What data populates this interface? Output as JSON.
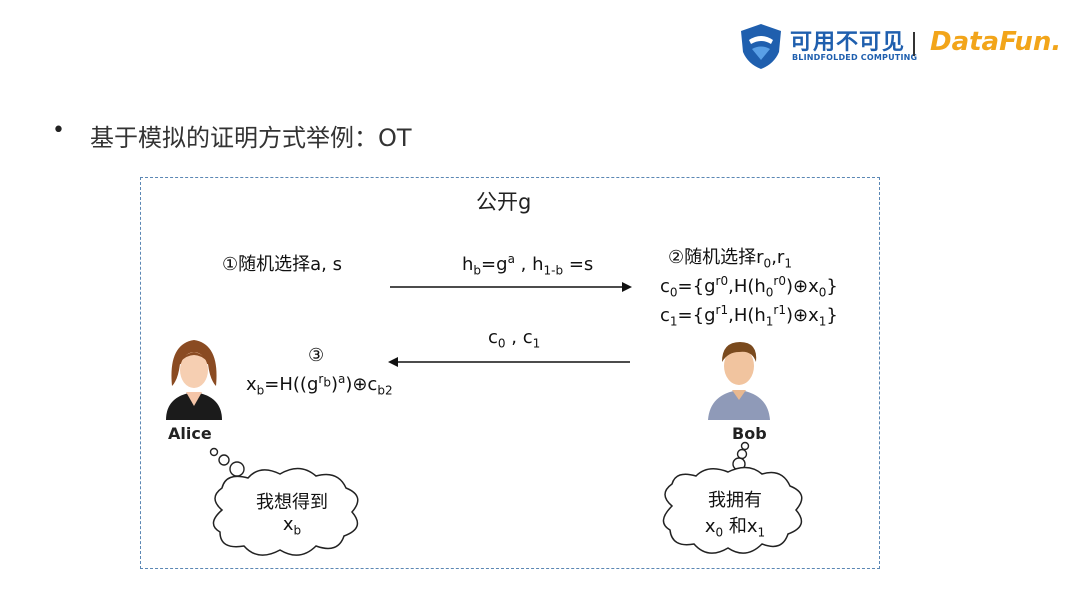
{
  "header": {
    "logo_cn": "可用不可见",
    "logo_en": "BLINDFOLDED COMPUTING",
    "brand": "DataFun."
  },
  "bullet": {
    "marker": "•",
    "text": "基于模拟的证明方式举例：OT"
  },
  "diagram": {
    "public_label": "公开g",
    "alice_step": {
      "circle": "①",
      "text": "随机选择a, s"
    },
    "bob_step": {
      "circle": "②",
      "text": "随机选择"
    },
    "alice_step3_circle": "③",
    "alice_name": "Alice",
    "bob_name": "Bob",
    "alice_thought": {
      "line1": "我想得到"
    },
    "bob_thought": {
      "line1": "我拥有",
      "line2_and": "和"
    }
  }
}
